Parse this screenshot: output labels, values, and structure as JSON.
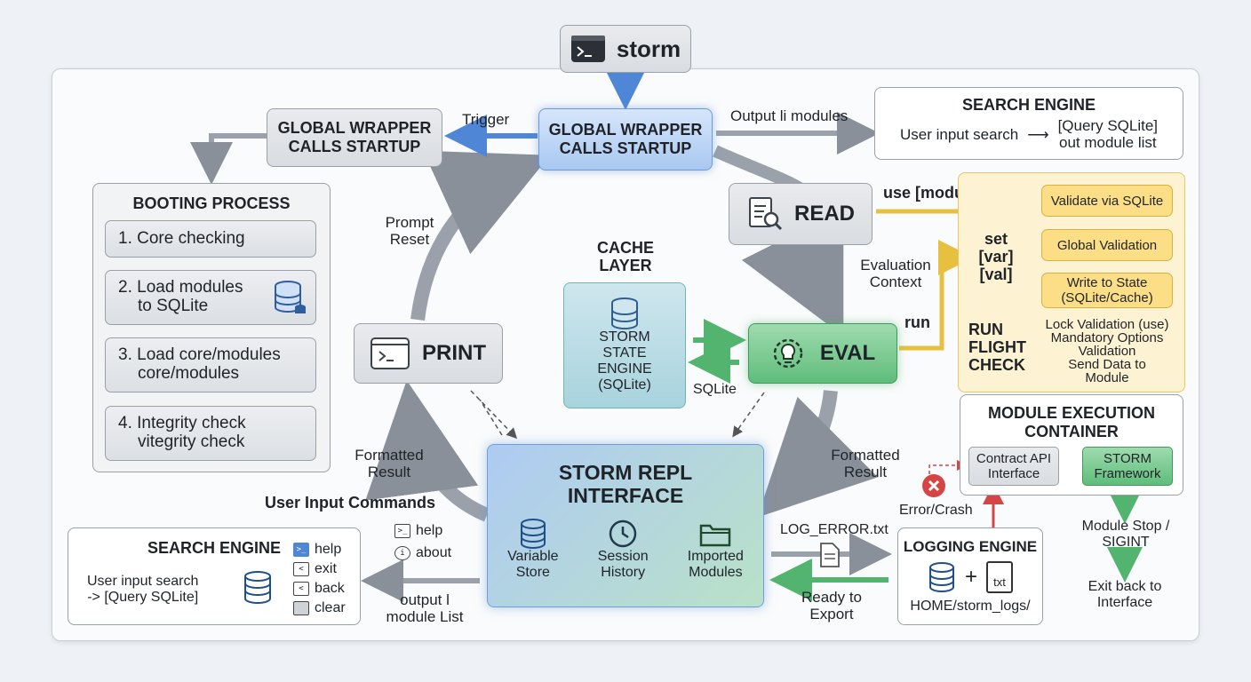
{
  "top": {
    "title": "storm",
    "icon": "terminal-icon"
  },
  "wrapper_left": {
    "line1": "GLOBAL WRAPPER",
    "line2": "CALLS STARTUP"
  },
  "wrapper_center": {
    "line1": "GLOBAL WRAPPER",
    "line2": "CALLS STARTUP"
  },
  "edges": {
    "trigger": "Trigger",
    "output_modules": "Output li modules",
    "prompt_reset_1": "Prompt",
    "prompt_reset_2": "Reset",
    "eval_ctx_1": "Evaluation",
    "eval_ctx_2": "Context",
    "use_module": "use [module]",
    "set_var_1": "set [var]",
    "set_var_2": "[val]",
    "run": "run",
    "sqlite": "SQLite",
    "formatted_left_1": "Formatted",
    "formatted_left_2": "Result",
    "formatted_right_1": "Formatted",
    "formatted_right_2": "Result",
    "log_error": "LOG_ERROR.txt",
    "ready_1": "Ready to",
    "ready_2": "Export",
    "error_crash": "Error/Crash",
    "output_list_1": "output l",
    "output_list_2": "module List",
    "module_stop_1": "Module Stop /",
    "module_stop_2": "SIGINT",
    "exit_back_1": "Exit back to",
    "exit_back_2": "Interface",
    "user_input_commands": "User Input Commands"
  },
  "search_top": {
    "title": "SEARCH ENGINE",
    "left": "User input search",
    "arrow": "⟶",
    "right_1": "[Query SQLite]",
    "right_2": "out module list"
  },
  "booting": {
    "title": "BOOTING PROCESS",
    "steps": [
      {
        "l1": "1. Core checking",
        "l2": ""
      },
      {
        "l1": "2. Load modules",
        "l2": "to SQLite"
      },
      {
        "l1": "3. Load core/modules",
        "l2": "core/modules"
      },
      {
        "l1": "4. Integrity check",
        "l2": "vitegrity check"
      }
    ]
  },
  "read": {
    "label": "READ",
    "icon": "document-search-icon"
  },
  "print": {
    "label": "PRINT",
    "icon": "terminal-icon"
  },
  "eval": {
    "label": "EVAL",
    "icon": "gear-lightbulb-icon"
  },
  "cache": {
    "title_1": "CACHE",
    "title_2": "LAYER",
    "l1": "STORM",
    "l2": "STATE",
    "l3": "ENGINE",
    "l4": "(SQLite)"
  },
  "validation": {
    "validate": "Validate via SQLite",
    "global": "Global Validation",
    "write_1": "Write to State",
    "write_2": "(SQLite/Cache)",
    "run_1": "RUN",
    "run_2": "FLIGHT",
    "run_3": "CHECK",
    "lock_1": "Lock Validation (use)",
    "lock_2": "Mandatory Options",
    "lock_3": "Validation",
    "lock_4": "Send Data to",
    "lock_5": "Module"
  },
  "container": {
    "title_1": "MODULE EXECUTION",
    "title_2": "CONTAINER",
    "contract_1": "Contract API",
    "contract_2": "Interface",
    "storm_1": "STORM",
    "storm_2": "Framework"
  },
  "repl": {
    "title_1": "STORM REPL",
    "title_2": "INTERFACE",
    "items": [
      {
        "l1": "Variable",
        "l2": "Store",
        "icon": "database-icon"
      },
      {
        "l1": "Session",
        "l2": "History",
        "icon": "clock-icon"
      },
      {
        "l1": "Imported",
        "l2": "Modules",
        "icon": "folder-icon"
      }
    ]
  },
  "logging": {
    "title": "LOGGING ENGINE",
    "plus": "+",
    "file": "txt",
    "path": "HOME/storm_logs/"
  },
  "search_bottom": {
    "title": "SEARCH ENGINE",
    "l1": "User input search",
    "l2": "-> [Query SQLite]",
    "commands": [
      {
        "label": "help",
        "icon": ">_"
      },
      {
        "label": "exit",
        "icon": "<"
      },
      {
        "label": "back",
        "icon": "<"
      },
      {
        "label": "clear",
        "icon": ""
      }
    ]
  },
  "user_cmds": [
    {
      "label": "help",
      "icon": ">_"
    },
    {
      "label": "about",
      "icon": "i"
    }
  ]
}
